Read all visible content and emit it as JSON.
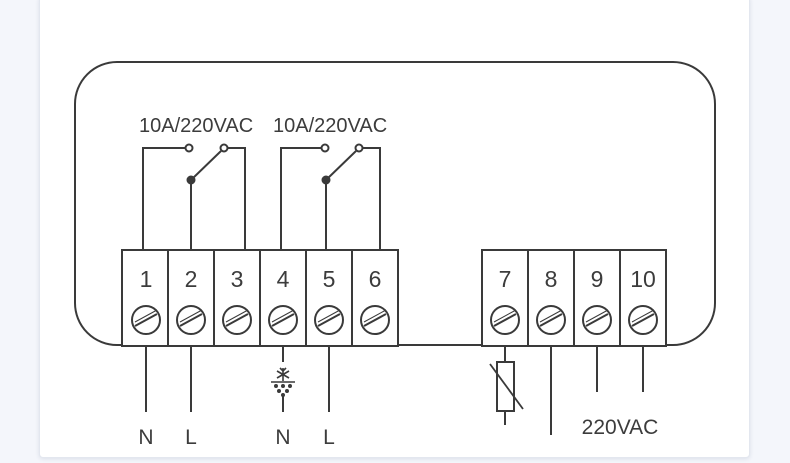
{
  "diagram": {
    "relay_1_rating": "10A/220VAC",
    "relay_2_rating": "10A/220VAC",
    "terminals": [
      "1",
      "2",
      "3",
      "4",
      "5",
      "6",
      "7",
      "8",
      "9",
      "10"
    ],
    "wire_labels": {
      "t1": "N",
      "t2": "L",
      "t4": "N",
      "t5": "L",
      "t9_10": "220VAC"
    },
    "icons": {
      "defrost_load": "snowflake-heater-icon",
      "sensor": "thermistor-icon"
    },
    "colors": {
      "line": "#3a3a3a",
      "text": "#3c3c3c",
      "card": "#ffffff",
      "background": "#f4f6fb"
    }
  }
}
